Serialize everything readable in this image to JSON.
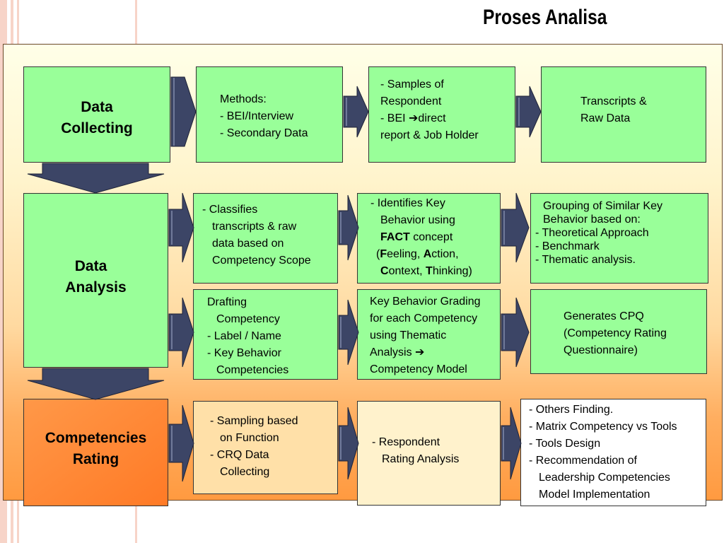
{
  "title": "Proses Analisa",
  "stages": {
    "collecting": [
      "Data",
      "Collecting"
    ],
    "analysis": [
      "Data",
      "Analysis"
    ],
    "rating": [
      "Competencies",
      "Rating"
    ]
  },
  "row1": {
    "methods": [
      "Methods:",
      "- BEI/Interview",
      "- Secondary Data"
    ],
    "samples": [
      "- Samples of",
      "Respondent",
      "- BEI ",
      "direct",
      "report & Job Holder"
    ],
    "transcripts": [
      "Transcripts &",
      "Raw Data"
    ]
  },
  "row2": {
    "classifies": [
      "- Classifies",
      "transcripts & raw",
      "data based on",
      "Competency Scope"
    ],
    "identifies": [
      "- Identifies Key",
      "Behavior using",
      "FACT",
      " concept",
      "(",
      "F",
      "eeling, ",
      "A",
      "ction,",
      "C",
      "ontext, ",
      "T",
      "hinking)"
    ],
    "grouping": [
      "Grouping of Similar Key",
      "Behavior based on:",
      "- Theoretical Approach",
      "- Benchmark",
      "- Thematic analysis."
    ]
  },
  "row3": {
    "drafting": [
      "Drafting",
      "Competency",
      "- Label / Name",
      "- Key Behavior",
      "Competencies"
    ],
    "grading": [
      "Key Behavior Grading",
      "for each Competency",
      "using Thematic",
      "Analysis ",
      "Competency Model"
    ],
    "cpq": [
      "Generates CPQ",
      "(Competency Rating",
      "Questionnaire)"
    ]
  },
  "row4": {
    "sampling": [
      "- Sampling based",
      "on Function",
      "- CRQ Data",
      "Collecting"
    ],
    "respondent": [
      "- Respondent",
      "Rating Analysis"
    ],
    "others": [
      "- Others Finding.",
      "- Matrix Competency vs Tools",
      "- Tools Design",
      "- Recommendation of",
      "Leadership Competencies",
      "Model Implementation"
    ]
  },
  "icons": {
    "inline_arrow": "right-arrow-icon",
    "flow_arrow": "block-arrow-icon"
  },
  "colors": {
    "green_box": "#99ff99",
    "orange_box": "#ff8a36",
    "arrow_fill": "#3c4566",
    "panel_border": "#6b4a2a"
  }
}
